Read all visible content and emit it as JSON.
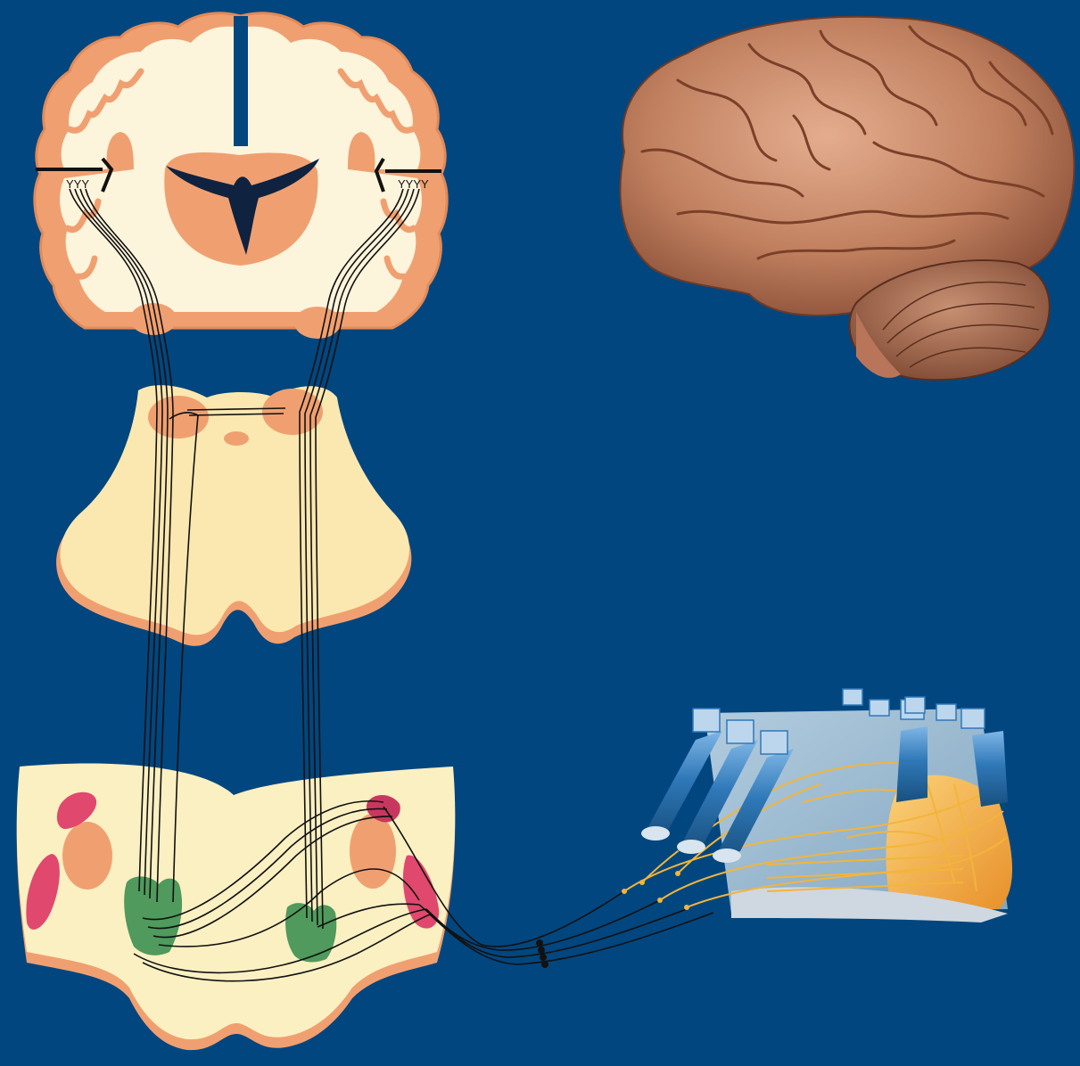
{
  "colors": {
    "background": "#02467f",
    "tissue_fill": "#fdf4dc",
    "cortex_orange": "#f0a070",
    "brainstem_fill": "#fbe8b0",
    "nucleus_green": "#4f9a5c",
    "nucleus_pink": "#e0486e",
    "muscle_blue": "#2f78b8",
    "nerve_yellow": "#f2b53a",
    "pathway_black": "#111111",
    "brain_pink": "#c8876a"
  },
  "figure": {
    "panels": [
      "coronal-section-cerebrum",
      "midbrain-section",
      "pons-medulla-section",
      "lateral-brain-view",
      "extraocular-muscle-fibers"
    ]
  }
}
